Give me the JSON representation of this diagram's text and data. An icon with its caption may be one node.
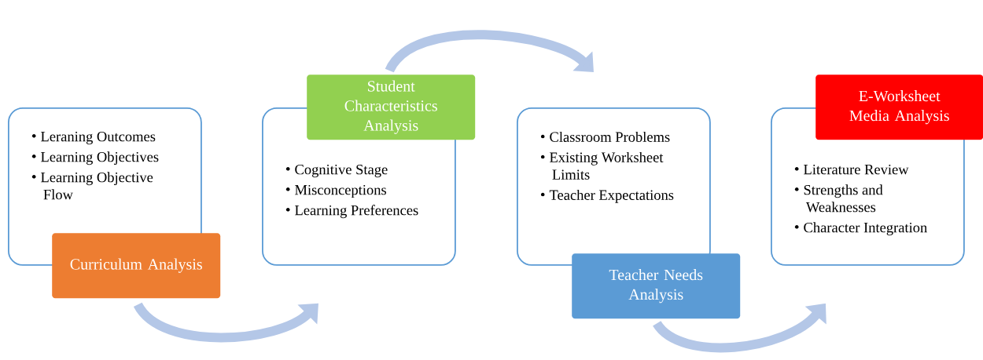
{
  "diagram": {
    "nodes": [
      {
        "text": [
          "Leraning Outcomes",
          "Learning Objectives",
          "Learning Objective Flow"
        ]
      },
      {
        "text": [
          "Curriculum Analysis"
        ]
      },
      {
        "text": [
          "Student Characteristics Analysis"
        ]
      },
      {
        "text": [
          "Cognitive Stage",
          "Misconceptions",
          "Learning Preferences"
        ]
      },
      {
        "text": [
          "Classroom Problems",
          "Existing Worksheet Limits",
          "Teacher Expectations"
        ]
      },
      {
        "text": [
          "Teacher Needs Analysis"
        ]
      },
      {
        "text": [
          "E-Worksheet Media Analysis"
        ]
      },
      {
        "text": [
          "Literature Review",
          "Strengths and Weaknesses",
          "Character Integration"
        ]
      }
    ],
    "edges": [
      {
        "from": 1,
        "to": 3,
        "arrow": "to"
      },
      {
        "from": 2,
        "to": 4,
        "arrow": "to"
      },
      {
        "from": 5,
        "to": 7,
        "arrow": "to"
      }
    ]
  }
}
